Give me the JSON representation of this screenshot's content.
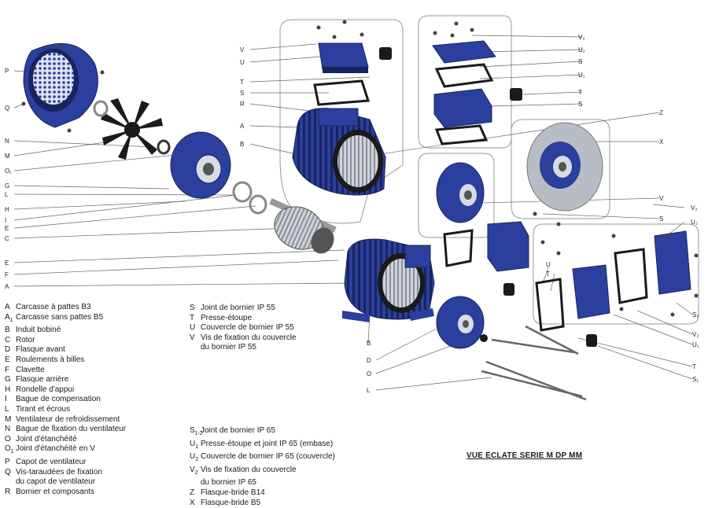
{
  "title": "VUE ECLATE SERIE M DP MM",
  "colors": {
    "part_blue": "#2b3f9e",
    "part_dark": "#18245e",
    "metal": "#b8bcc4",
    "line": "#555555",
    "panel": "#999999"
  },
  "callouts": {
    "P": "P",
    "Q": "Q",
    "N": "N",
    "M": "M",
    "O1": "O₁",
    "G": "G",
    "L": "L",
    "H": "H",
    "I": "I",
    "E": "E",
    "C": "C",
    "F": "F",
    "A": "A",
    "V": "V",
    "U": "U",
    "T": "T",
    "S": "S",
    "R": "R",
    "B": "B",
    "D": "D",
    "O": "O",
    "Z": "Z",
    "X": "X",
    "U1": "U₁",
    "U2": "U₂",
    "V2": "V₂",
    "S2": "S₂",
    "S1": "S₁"
  },
  "legend_left": [
    {
      "code": "A",
      "label": "Carcasse à pattes B3"
    },
    {
      "code": "A",
      "sub": "1",
      "label": "Carcasse sans pattes B5"
    },
    {
      "code": "B",
      "label": "Induit bobiné"
    },
    {
      "code": "C",
      "label": "Rotor"
    },
    {
      "code": "D",
      "label": "Flasque avant"
    },
    {
      "code": "E",
      "label": "Roulements à billes"
    },
    {
      "code": "F",
      "label": "Clavette"
    },
    {
      "code": "G",
      "label": "Flasque arrière"
    },
    {
      "code": "H",
      "label": "Rondelle d'appui"
    },
    {
      "code": "I",
      "label": "Bague de compensation"
    },
    {
      "code": "L",
      "label": "Tirant et écrous"
    },
    {
      "code": "M",
      "label": "Ventilateur de refroidissement"
    },
    {
      "code": "N",
      "label": "Bague de fixation du ventilateur"
    },
    {
      "code": "O",
      "label": "Joint d'étanchéité"
    },
    {
      "code": "O",
      "sub": "1",
      "label": "Joint d'étanchéité en V"
    },
    {
      "code": "P",
      "label": "Capot de ventilateur"
    },
    {
      "code": "Q",
      "label": "Vis-taraudées de fixation",
      "continuation": "du capot de ventilateur"
    },
    {
      "code": "R",
      "label": "Bornier et composants"
    }
  ],
  "legend_mid_top": [
    {
      "code": "S",
      "label": "Joint de bornier IP 55"
    },
    {
      "code": "T",
      "label": "Presse-étoupe"
    },
    {
      "code": "U",
      "label": "Couvercle de bornier IP 55"
    },
    {
      "code": "V",
      "label": "Vis de fixation du couvercle",
      "continuation": "du bornier IP 55"
    }
  ],
  "legend_mid_bottom": [
    {
      "code": "S",
      "sub": "1-2",
      "label": "Joint de bornier IP 65"
    },
    {
      "code": "U",
      "sub": "1",
      "label": "Presse-étoupe et joint IP 65 (embase)"
    },
    {
      "code": "U",
      "sub": "2",
      "label": "Couvercle de bornier IP 65 (couvercle)"
    },
    {
      "code": "V",
      "sub": "2",
      "label": "Vis de fixation du couvercle",
      "continuation": "du bornier IP 65"
    },
    {
      "code": "Z",
      "label": "Flasque-bride B14"
    },
    {
      "code": "X",
      "label": "Flasque-bride B5"
    }
  ]
}
